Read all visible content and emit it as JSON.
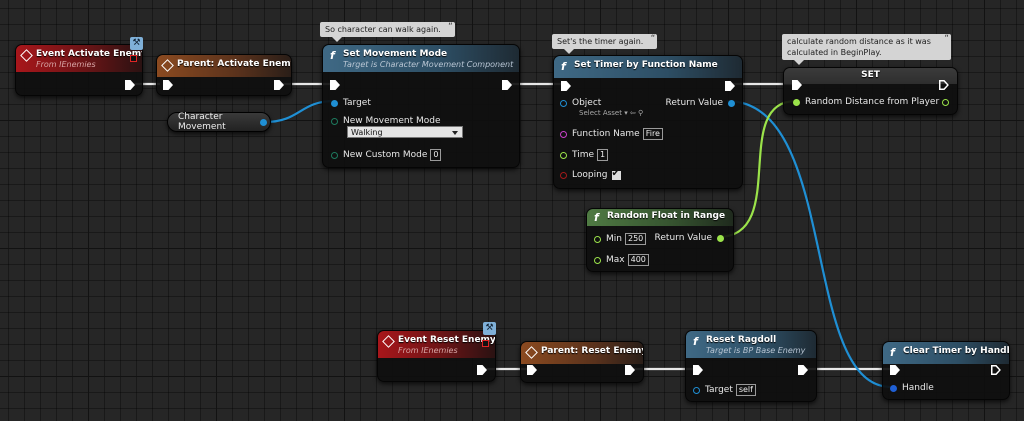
{
  "comments": {
    "walk": "So character can walk again.",
    "timer": "Set's the timer again.",
    "distance_1": "calculate random distance as it was",
    "distance_2": "calculated in BeginPlay."
  },
  "event_activate": {
    "title": "Event Activate Enemy",
    "subtitle": "From IEnemies"
  },
  "parent_activate": {
    "title": "Parent: Activate Enemy"
  },
  "char_movement_var": {
    "label": "Character Movement"
  },
  "set_movement_mode": {
    "title": "Set Movement Mode",
    "subtitle": "Target is Character Movement Component",
    "target_label": "Target",
    "new_mode_label": "New Movement Mode",
    "new_mode_value": "Walking",
    "custom_mode_label": "New Custom Mode",
    "custom_mode_value": "0"
  },
  "set_timer": {
    "title": "Set Timer by Function Name",
    "object_label": "Object",
    "object_placeholder": "Select Asset",
    "return_label": "Return Value",
    "function_label": "Function Name",
    "function_value": "Fire",
    "time_label": "Time",
    "time_value": "1",
    "looping_label": "Looping"
  },
  "set_node": {
    "title": "SET",
    "pin_label": "Random Distance from Player"
  },
  "random_float": {
    "title": "Random Float in Range",
    "min_label": "Min",
    "min_value": "250",
    "max_label": "Max",
    "max_value": "400",
    "return_label": "Return Value"
  },
  "event_reset": {
    "title": "Event Reset Enemy",
    "subtitle": "From IEnemies"
  },
  "parent_reset": {
    "title": "Parent: Reset Enemy"
  },
  "reset_ragdoll": {
    "title": "Reset Ragdoll",
    "subtitle": "Target is BP Base Enemy",
    "target_label": "Target",
    "target_value": "self"
  },
  "clear_timer": {
    "title": "Clear Timer by Handle",
    "handle_label": "Handle"
  },
  "colors": {
    "event_red": "#a8161b",
    "parent_orange": "#8b4a20",
    "function_blue": "#3f6985",
    "pure_green": "#4f7a43",
    "object_wire": "#1f8fd4",
    "float_wire": "#9be34a",
    "name_pin": "#c940c9",
    "bool_pin": "#a21a1a",
    "int_pin": "#3fcf9f"
  }
}
